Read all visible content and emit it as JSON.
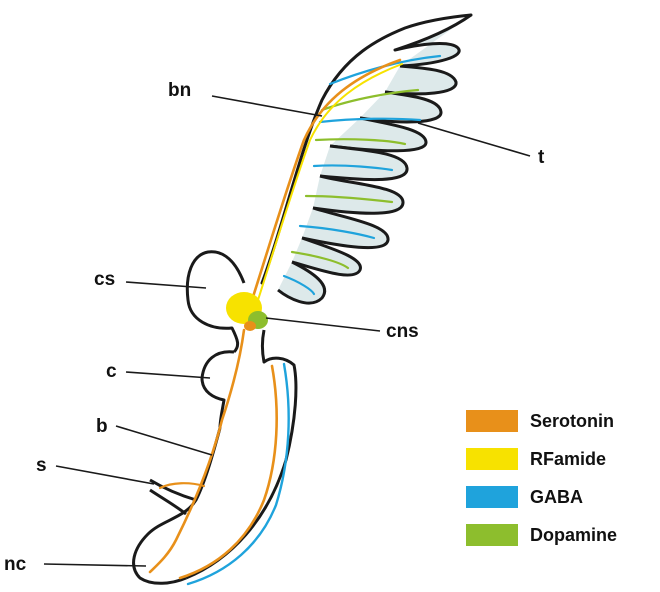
{
  "diagram": {
    "labels": {
      "bn": "bn",
      "t": "t",
      "cs": "cs",
      "cns": "cns",
      "c": "c",
      "b": "b",
      "s": "s",
      "nc": "nc"
    },
    "legend": [
      {
        "name": "Serotonin",
        "color": "#E8901A"
      },
      {
        "name": "RFamide",
        "color": "#F7E200"
      },
      {
        "name": "GABA",
        "color": "#1FA3DC"
      },
      {
        "name": "Dopamine",
        "color": "#8DBE2D"
      }
    ]
  }
}
